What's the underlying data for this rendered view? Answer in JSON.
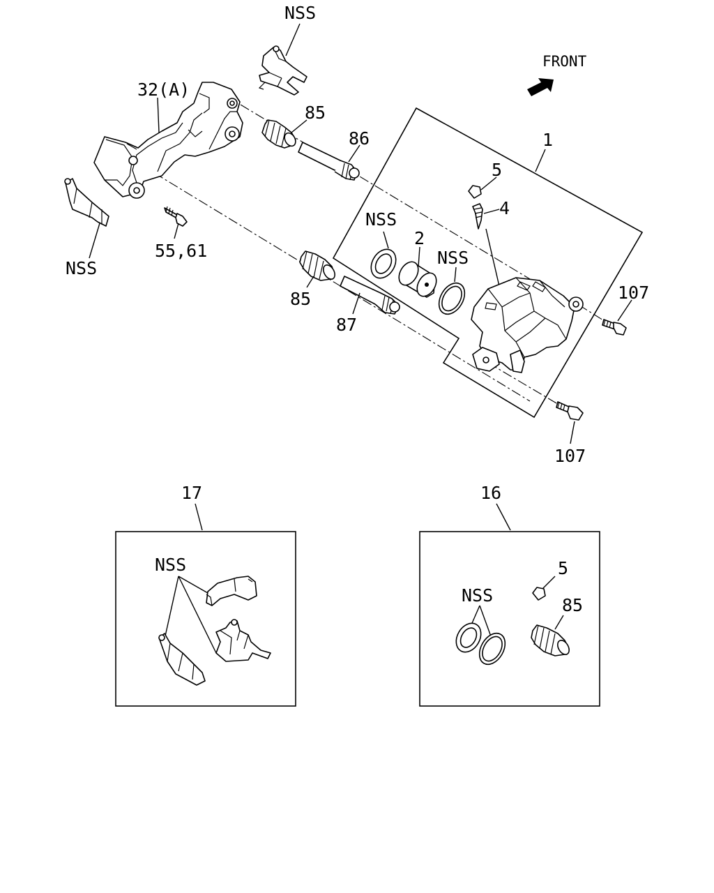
{
  "direction_label": "FRONT",
  "callouts": {
    "nss_top": "NSS",
    "nss_left": "NSS",
    "nss_seal": "NSS",
    "nss_ring": "NSS",
    "c32": "32(A)",
    "c85_top": "85",
    "c86": "86",
    "c1": "1",
    "c5": "5",
    "c4": "4",
    "c2": "2",
    "c55_61": "55,61",
    "c85_mid": "85",
    "c87": "87",
    "c107_right": "107",
    "c107_bottom": "107"
  },
  "kit_17": {
    "number": "17",
    "nss": "NSS"
  },
  "kit_16": {
    "number": "16",
    "nss": "NSS",
    "c5": "5",
    "c85": "85"
  },
  "colors": {
    "line": "#000000",
    "background": "#ffffff"
  }
}
